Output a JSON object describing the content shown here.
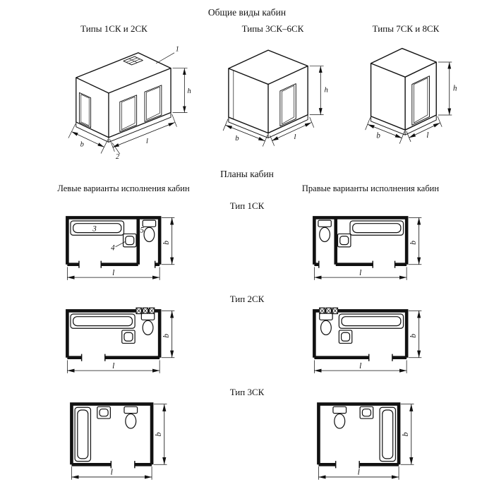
{
  "titles": {
    "general_views": "Общие виды кабин",
    "plans": "Планы кабин"
  },
  "iso_views": [
    {
      "label": "Типы 1СК и 2СК"
    },
    {
      "label": "Типы 3СК–6СК"
    },
    {
      "label": "Типы 7СК и 8СК"
    }
  ],
  "variant_columns": [
    {
      "label": "Левые варианты исполнения кабин"
    },
    {
      "label": "Правые варианты исполнения кабин"
    }
  ],
  "plan_types": [
    {
      "label": "Тип 1СК"
    },
    {
      "label": "Тип 2СК"
    },
    {
      "label": "Тип 3СК"
    }
  ],
  "labels": {
    "dim_b": "b",
    "dim_l": "l",
    "dim_h": "h"
  },
  "callouts": {
    "c1": "1",
    "c2": "2",
    "c3": "3",
    "c4": "4",
    "c5": "5"
  },
  "colors": {
    "ink": "#111111",
    "paper": "#ffffff"
  }
}
